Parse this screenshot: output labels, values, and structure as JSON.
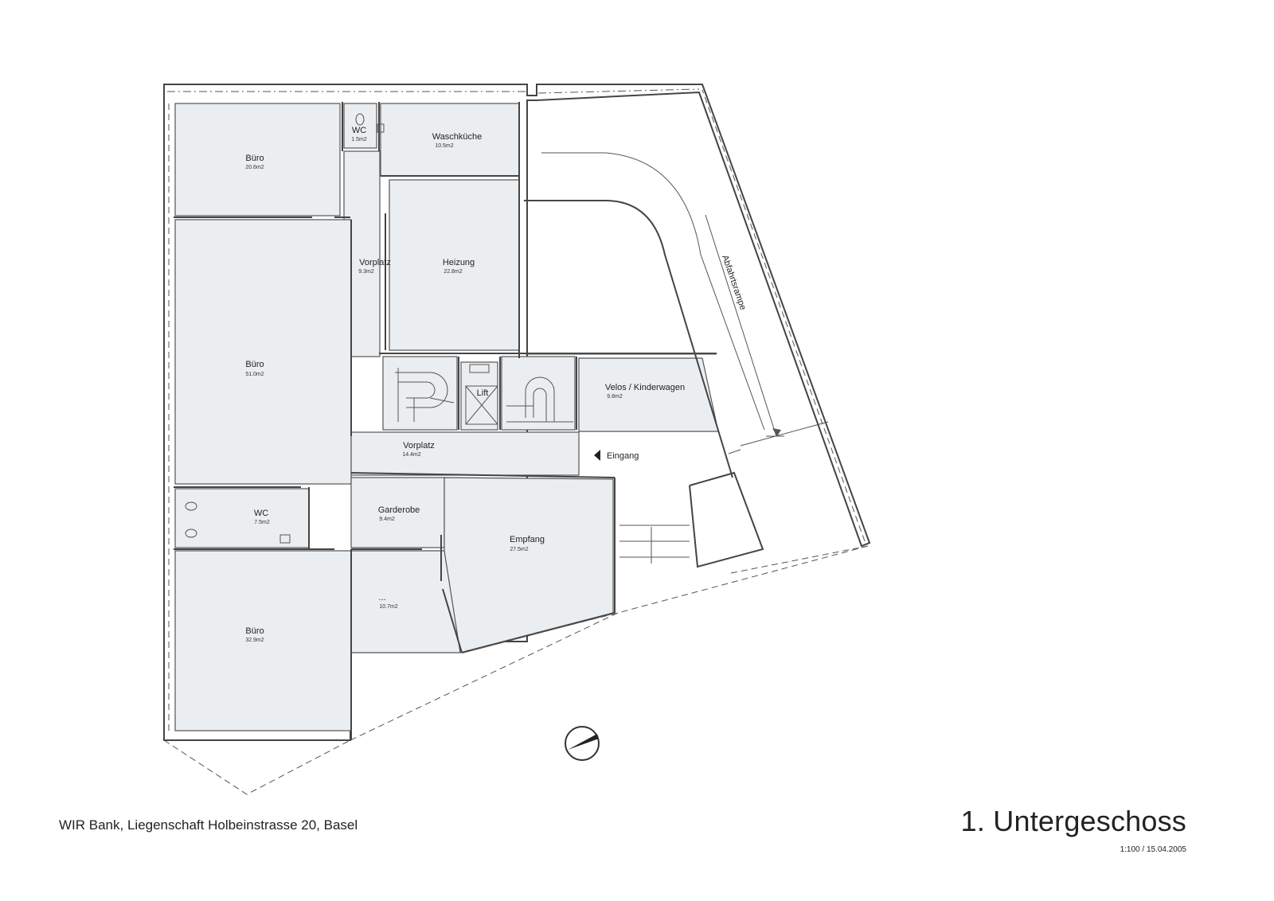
{
  "rooms": {
    "buero_top": {
      "name": "Büro",
      "area": "20.6m2"
    },
    "wc_top": {
      "name": "WC",
      "area": "1.5m2"
    },
    "waschkueche": {
      "name": "Waschküche",
      "area": "10.5m2"
    },
    "vorplatz_upper": {
      "name": "Vorplatz",
      "area": "9.3m2"
    },
    "heizung": {
      "name": "Heizung",
      "area": "22.8m2"
    },
    "buero_mid": {
      "name": "Büro",
      "area": "51.0m2"
    },
    "lift": {
      "name": "Lift"
    },
    "velos": {
      "name": "Velos / Kinderwagen",
      "area": "9.8m2"
    },
    "vorplatz_lower": {
      "name": "Vorplatz",
      "area": "14.4m2"
    },
    "wc_bottom": {
      "name": "WC",
      "area": "7.5m2"
    },
    "garderobe": {
      "name": "Garderobe",
      "area": "9.4m2"
    },
    "empfang": {
      "name": "Empfang",
      "area": "27.5m2"
    },
    "unnamed": {
      "name": "...",
      "area": "10.7m2"
    },
    "buero_bottom": {
      "name": "Büro",
      "area": "32.9m2"
    }
  },
  "labels": {
    "eingang": "Eingang",
    "ramp": "Abfahrtsrampe"
  },
  "footer": {
    "project": "WIR Bank, Liegenschaft Holbeinstrasse 20, Basel",
    "floor": "1. Untergeschoss",
    "meta": "1:100  /  15.04.2005"
  }
}
